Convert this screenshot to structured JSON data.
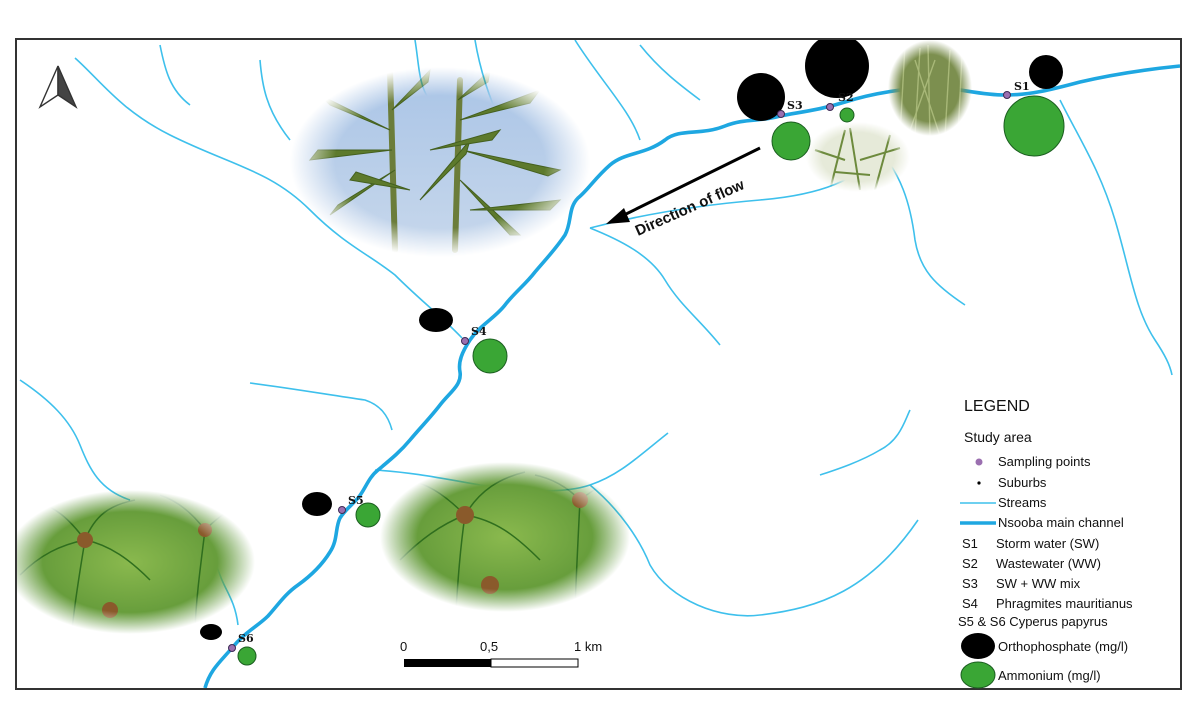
{
  "north_arrow": {
    "label": ""
  },
  "flow_label": "Direction of flow",
  "sites": [
    {
      "id": "S1",
      "label": "S1"
    },
    {
      "id": "S2",
      "label": "S2"
    },
    {
      "id": "S3",
      "label": "S3"
    },
    {
      "id": "S4",
      "label": "S4"
    },
    {
      "id": "S5",
      "label": "S5"
    },
    {
      "id": "S6",
      "label": "S6"
    }
  ],
  "scale_bar": {
    "ticks": [
      "0",
      "0,5",
      "1 km"
    ]
  },
  "legend": {
    "title": "LEGEND",
    "subtitle": "Study area",
    "sampling_points": "Sampling points",
    "suburbs": "Suburbs",
    "streams": "Streams",
    "main_channel": "Nsooba main channel",
    "codes": [
      {
        "code": "S1",
        "desc": "Storm water (SW)"
      },
      {
        "code": "S2",
        "desc": "Wastewater (WW)"
      },
      {
        "code": "S3",
        "desc": "SW + WW mix"
      },
      {
        "code": "S4",
        "desc": "Phragmites mauritianus"
      }
    ],
    "s5s6": "S5 & S6 Cyperus papyrus",
    "orthophosphate": "Orthophosphate (mg/l)",
    "ammonium": "Ammonium (mg/l)"
  },
  "colors": {
    "stream": "#3ec0ec",
    "main_channel": "#1ea7e1",
    "orthophosphate": "#000000",
    "ammonium": "#3aa635",
    "sampling_point": "#9b6fb0",
    "frame": "#333333"
  },
  "photos": [
    {
      "subject": "Phragmites mauritianus reed photo"
    },
    {
      "subject": "Phragmites reed photo (small)"
    },
    {
      "subject": "Phragmites reed photo (small, lower)"
    },
    {
      "subject": "Cyperus papyrus photo (left)"
    },
    {
      "subject": "Cyperus papyrus photo (centre)"
    }
  ]
}
